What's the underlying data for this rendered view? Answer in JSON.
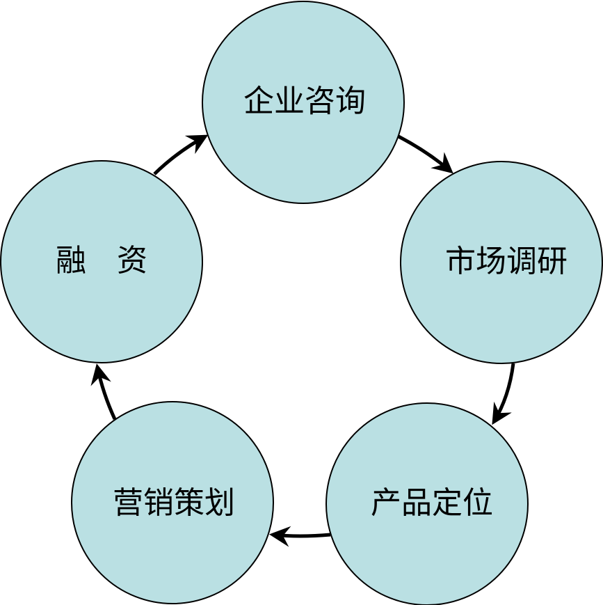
{
  "diagram": {
    "type": "cycle",
    "colors": {
      "node_fill": "#bae0e3",
      "stroke": "#000000"
    },
    "nodes": [
      {
        "id": "consulting",
        "label": "企业咨询"
      },
      {
        "id": "research",
        "label": "市场调研"
      },
      {
        "id": "positioning",
        "label": "产品定位"
      },
      {
        "id": "marketing",
        "label": "营销策划"
      },
      {
        "id": "financing",
        "label": "融　资"
      }
    ],
    "edges": [
      {
        "from": "consulting",
        "to": "research"
      },
      {
        "from": "research",
        "to": "positioning"
      },
      {
        "from": "positioning",
        "to": "marketing"
      },
      {
        "from": "marketing",
        "to": "financing"
      },
      {
        "from": "financing",
        "to": "consulting"
      }
    ]
  }
}
